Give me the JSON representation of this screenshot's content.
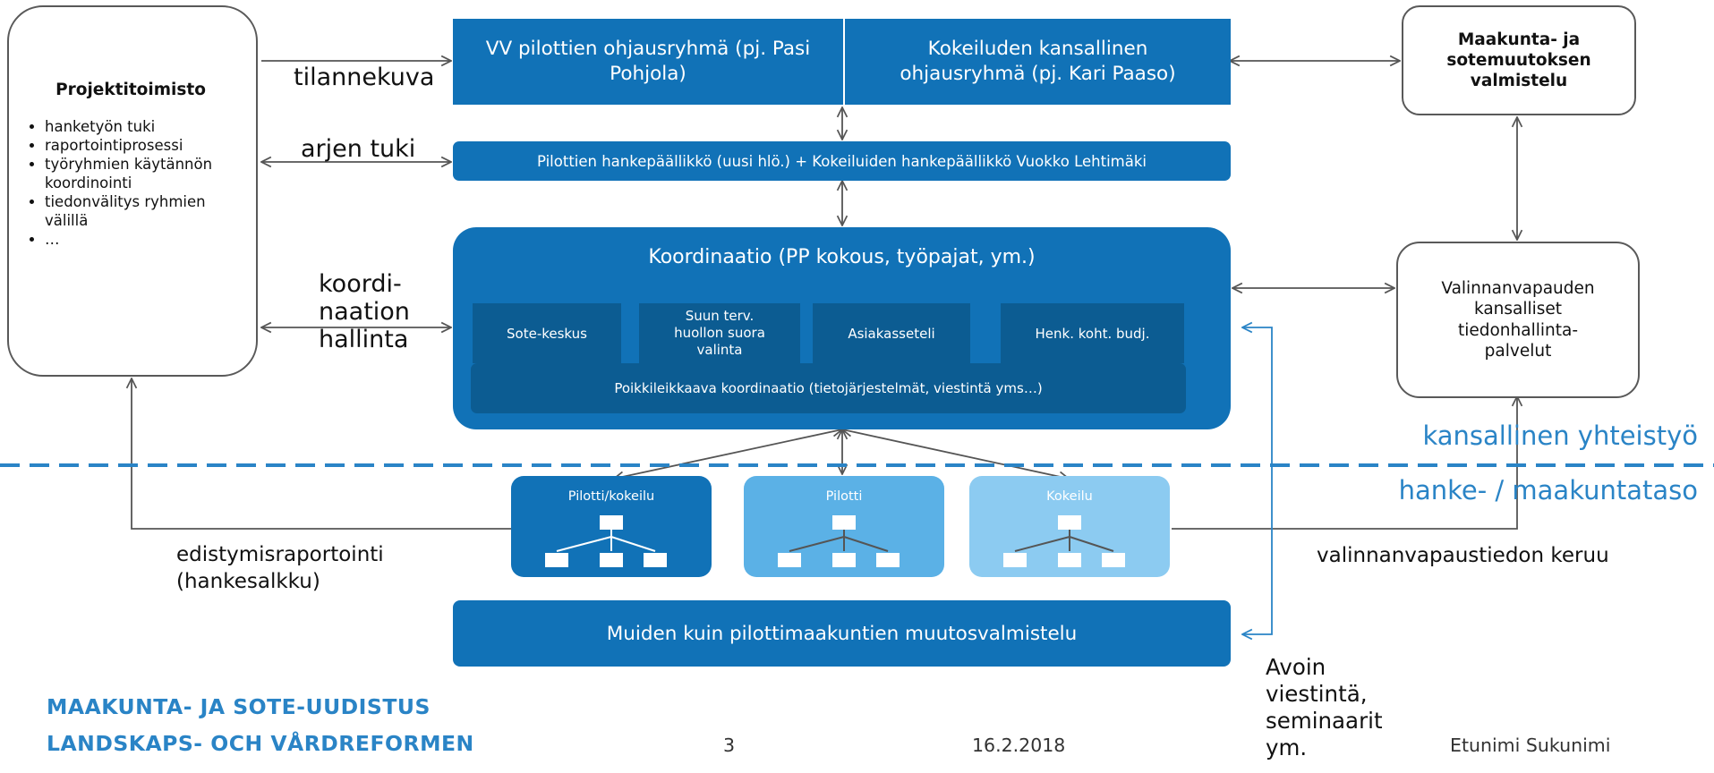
{
  "projekti": {
    "title": "Projektitoimisto",
    "items": [
      "hanketyön tuki",
      "raportointiprosessi",
      "työryhmien käytännön koordinointi",
      "tiedonvälitys ryhmien välillä",
      "…"
    ]
  },
  "steering": {
    "vv": "VV pilottien ohjausryhmä (pj. Pasi Pohjola)",
    "kokeilut": "Kokeiluden kansallinen ohjausryhmä (pj. Kari Paaso)"
  },
  "maakunta_box": "Maakunta- ja sotemuutoksen valmistelu",
  "hankepaallikko": "Pilottien hankepäällikkö (uusi hlö.) + Kokeiluiden hankepäällikkö Vuokko Lehtimäki",
  "koordinaatio": {
    "title": "Koordinaatio (PP kokous, työpajat, ym.)",
    "subs": [
      "Sote-keskus",
      "Suun terv. huollon suora valinta",
      "Asiakasseteli",
      "Henk. koht. budj."
    ],
    "cross": "Poikkileikkaava koordinaatio (tietojärjestelmät, viestintä yms…)"
  },
  "valinnan_box": "Valinnanvapauden kansalliset tiedonhallinta-palvelut",
  "labels": {
    "tilannekuva": "tilannekuva",
    "arjen_tuki": "arjen tuki",
    "koordinaation": "koordi-naation hallinta",
    "edistymis": "edistymisraportointi (hankesalkku)",
    "valinnanvapaus": "valinnanvapaustiedon keruu",
    "avoin": "Avoin viestintä, seminaarit ym."
  },
  "levels": {
    "kansallinen": "kansallinen yhteistyö",
    "hanke": "hanke- / maakuntataso"
  },
  "pilots": [
    "Pilotti/kokeilu",
    "Pilotti",
    "Kokeilu"
  ],
  "muut": "Muiden kuin pilottimaakuntien muutosvalmistelu",
  "footer": {
    "brand1": "MAAKUNTA- JA SOTE-UUDISTUS",
    "brand2": "LANDSKAPS- OCH VÅRDREFORMEN",
    "page": "3",
    "date": "16.2.2018",
    "author": "Etunimi Sukunimi"
  },
  "colors": {
    "primary": "#1172b7",
    "dark": "#0c5c92",
    "light": "#5bb1e6",
    "lighter": "#8ccbf1",
    "accent": "#2a84c6"
  }
}
